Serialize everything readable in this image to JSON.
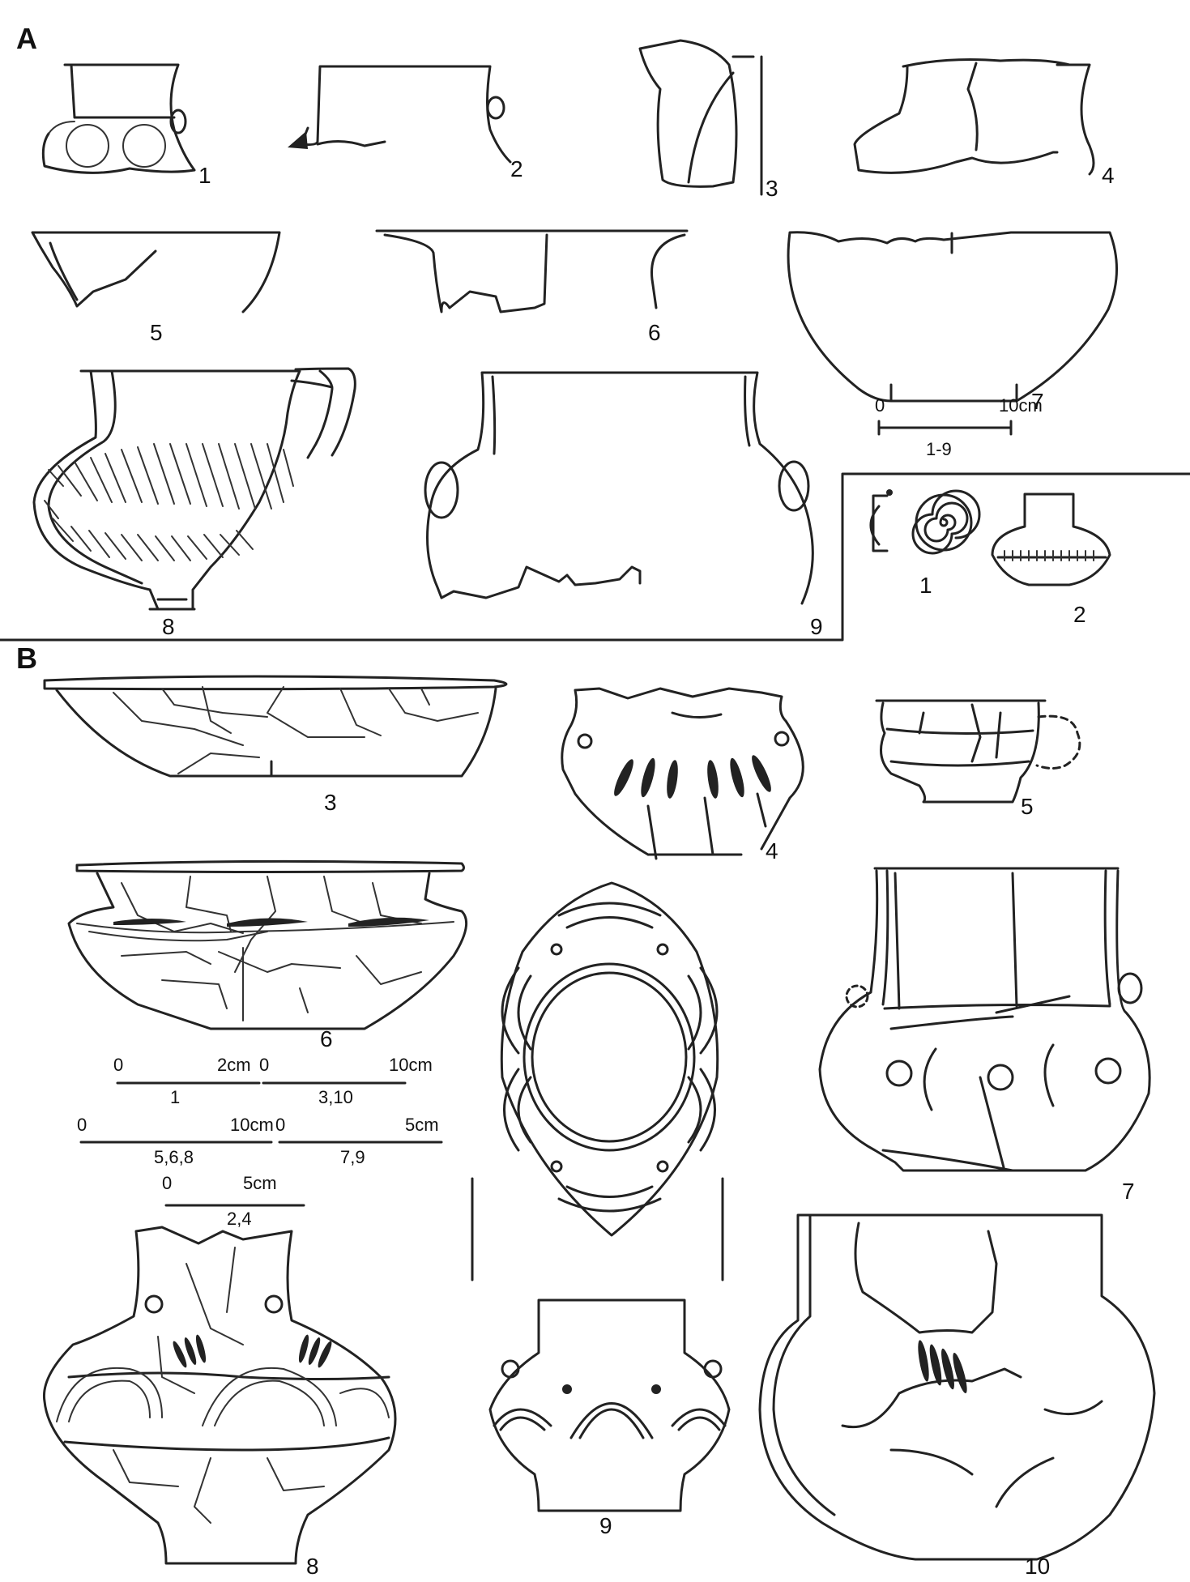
{
  "sections": {
    "a": "A",
    "b": "B"
  },
  "figures_a": {
    "f1": "1",
    "f2": "2",
    "f3": "3",
    "f4": "4",
    "f5": "5",
    "f6": "6",
    "f7": "7",
    "f8": "8",
    "f9": "9"
  },
  "inset": {
    "f1": "1",
    "f2": "2"
  },
  "figures_b": {
    "f3": "3",
    "f4": "4",
    "f5": "5",
    "f6": "6",
    "f7": "7",
    "f8": "8",
    "f9": "9",
    "f10": "10"
  },
  "scale_a": {
    "zero": "0",
    "end": "10cm",
    "label": "1-9"
  },
  "scales_b": [
    {
      "zero": "0",
      "end": "2cm",
      "label": "1"
    },
    {
      "zero": "0",
      "end": "10cm",
      "label": "3,10"
    },
    {
      "zero": "0",
      "end": "10cm",
      "label": "5,6,8"
    },
    {
      "zero": "0",
      "end": "5cm",
      "label": "7,9"
    },
    {
      "zero": "0",
      "end": "5cm",
      "label": "2,4"
    }
  ]
}
